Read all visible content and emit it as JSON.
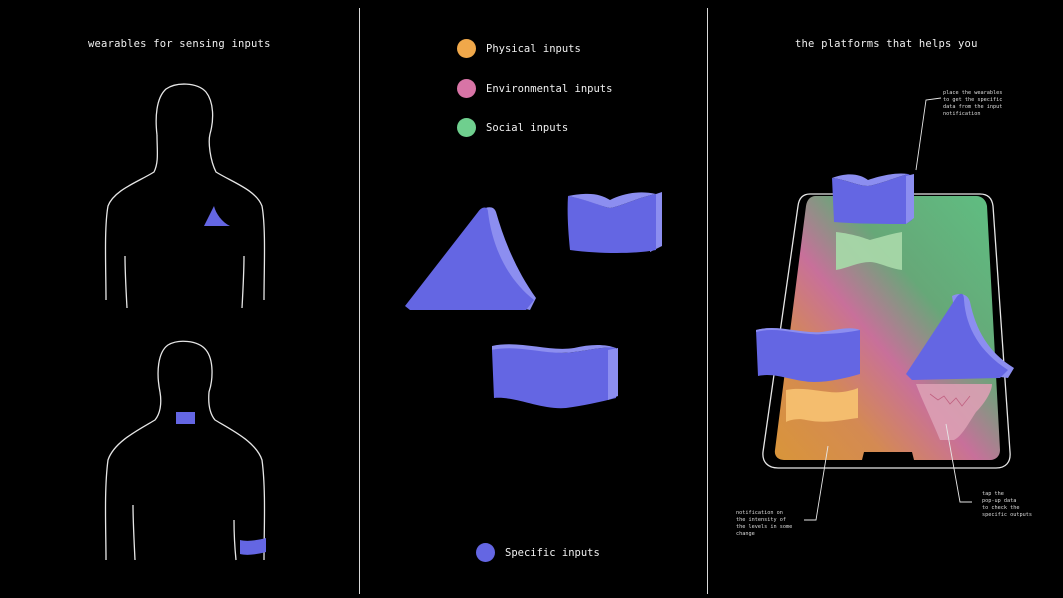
{
  "left_panel": {
    "title": "wearables for sensing inputs"
  },
  "middle_panel": {
    "legend": [
      {
        "label": "Physical inputs",
        "color": "#f0a84a"
      },
      {
        "label": "Environmental inputs",
        "color": "#d874a6"
      },
      {
        "label": "Social inputs",
        "color": "#6fcf8e"
      }
    ],
    "specific": {
      "label": "Specific inputs",
      "color": "#6466e3"
    }
  },
  "right_panel": {
    "title": "the platforms that helps you",
    "notes": {
      "top": "place the wearables\nto get the specific\ndata from the input\nnotification",
      "bottom_left": "notification on\nthe intensity of\nthe levels in some\nchange",
      "bottom_right": "tap the\npop-up data\nto check the\nspecific outputs"
    }
  },
  "colors": {
    "wearable": "#6466e3",
    "wearable_side": "#8c8ef0",
    "outline": "#e6e6e6"
  }
}
